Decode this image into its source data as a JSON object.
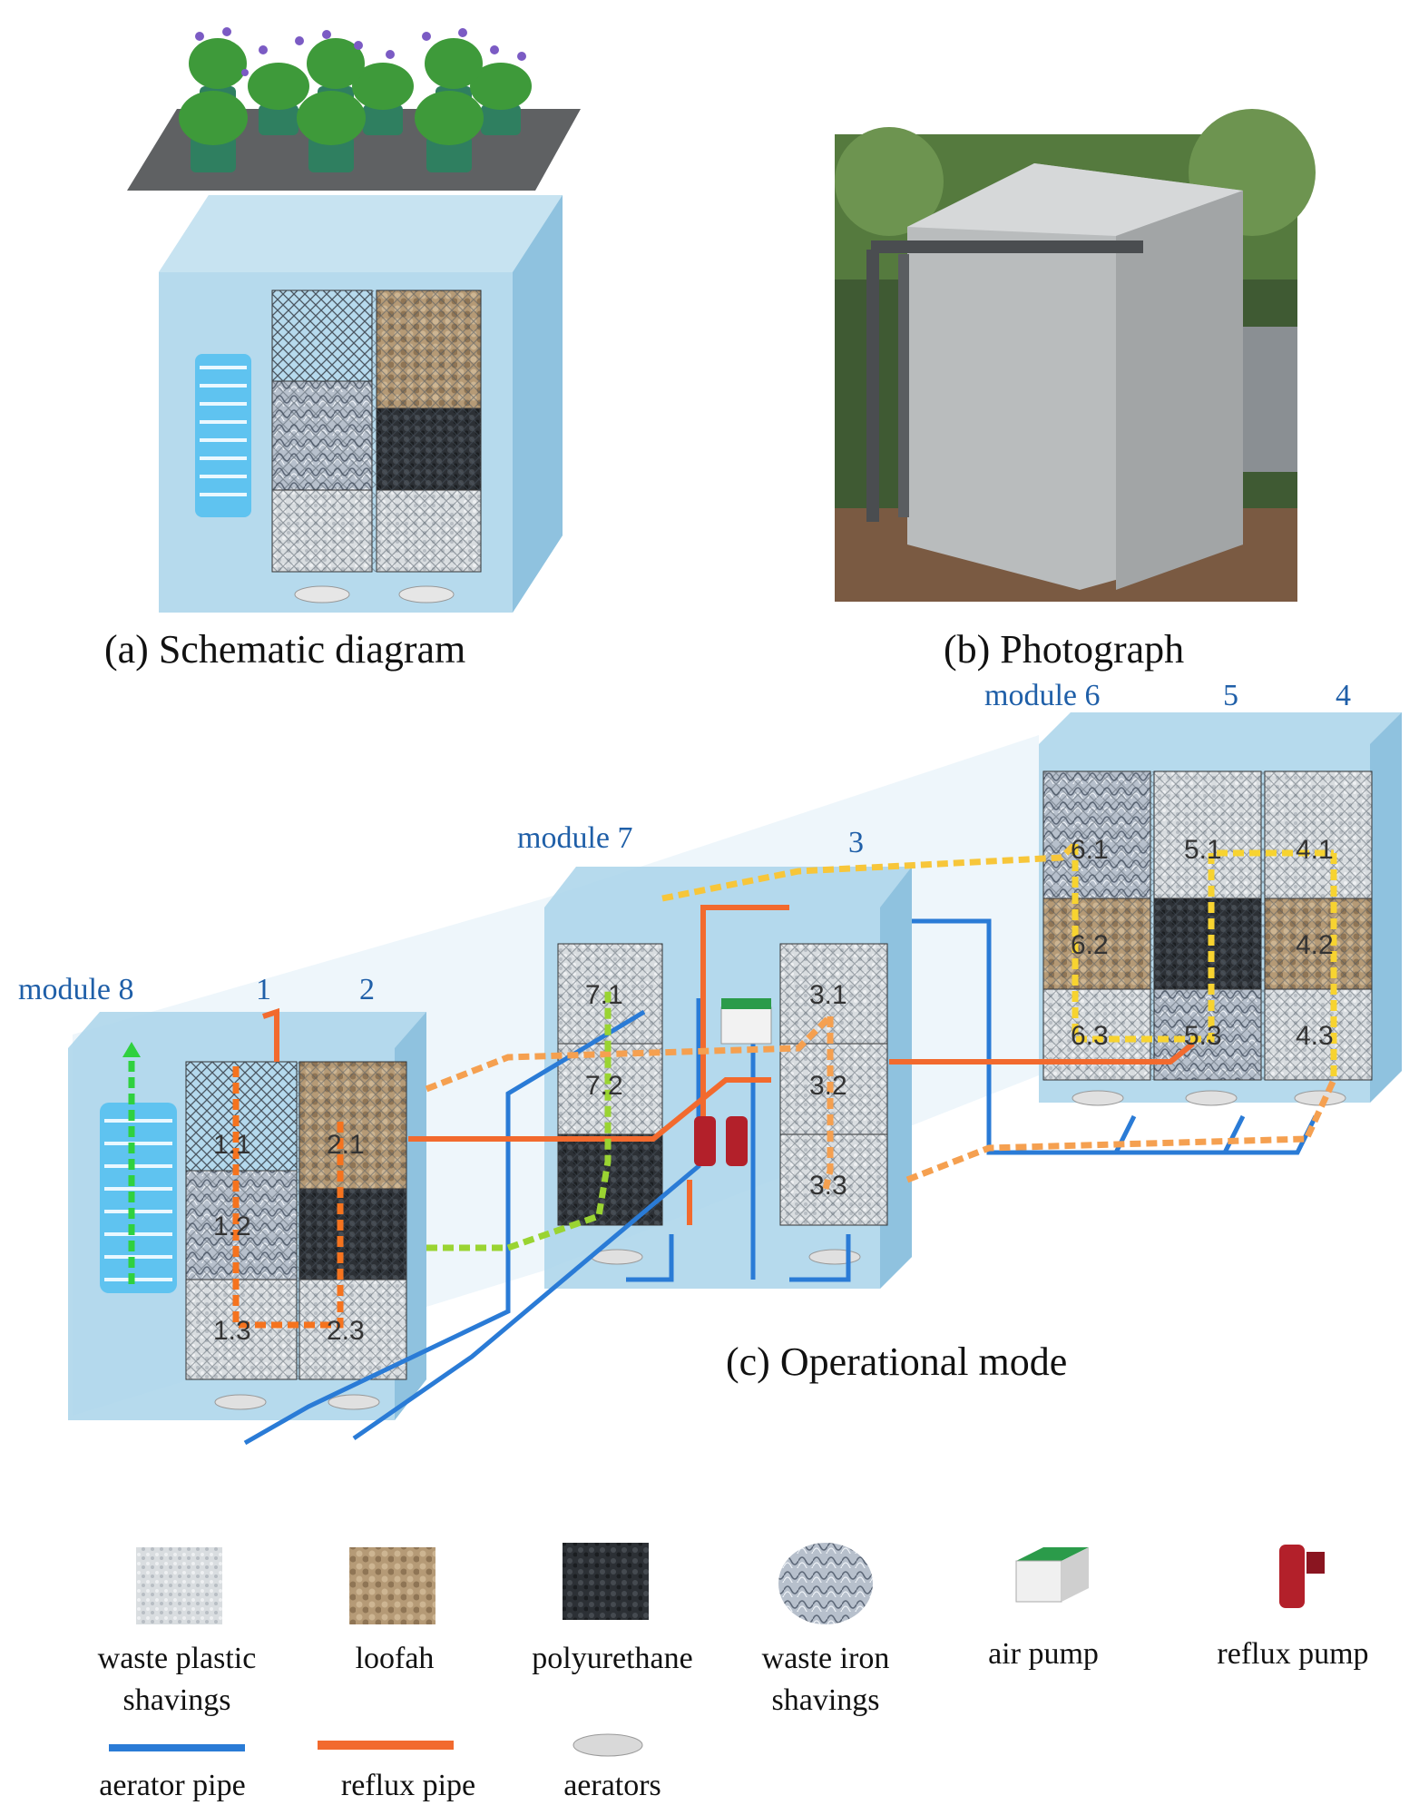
{
  "panel_a": {
    "caption": "(a) Schematic diagram"
  },
  "panel_b": {
    "caption": "(b) Photograph"
  },
  "panel_c": {
    "caption": "(c) Operational mode",
    "module_labels": {
      "m8": "module 8",
      "m1": "1",
      "m2": "2",
      "m7": "module 7",
      "m3": "3",
      "m6": "module 6",
      "m5": "5",
      "m4": "4"
    },
    "cells": {
      "c11": "1.1",
      "c12": "1.2",
      "c13": "1.3",
      "c21": "2.1",
      "c23": "2.3",
      "c71": "7.1",
      "c72": "7.2",
      "c31": "3.1",
      "c32": "3.2",
      "c33": "3.3",
      "c61": "6.1",
      "c62": "6.2",
      "c63": "6.3",
      "c51": "5.1",
      "c53": "5.3",
      "c41": "4.1",
      "c42": "4.2",
      "c43": "4.3"
    }
  },
  "legend": {
    "waste_plastic": "waste plastic shavings",
    "loofah": "loofah",
    "polyurethane": "polyurethane",
    "waste_iron": "waste iron shavings",
    "air_pump": "air pump",
    "reflux_pump": "reflux pump",
    "aerator_pipe": "aerator pipe",
    "reflux_pipe": "reflux pipe",
    "aerators": "aerators"
  },
  "colors": {
    "aerator_pipe": "#2a7bd6",
    "reflux_pipe": "#f26a2e",
    "tank_water": "#a9d3ea",
    "module_label": "#1f5fa8"
  }
}
